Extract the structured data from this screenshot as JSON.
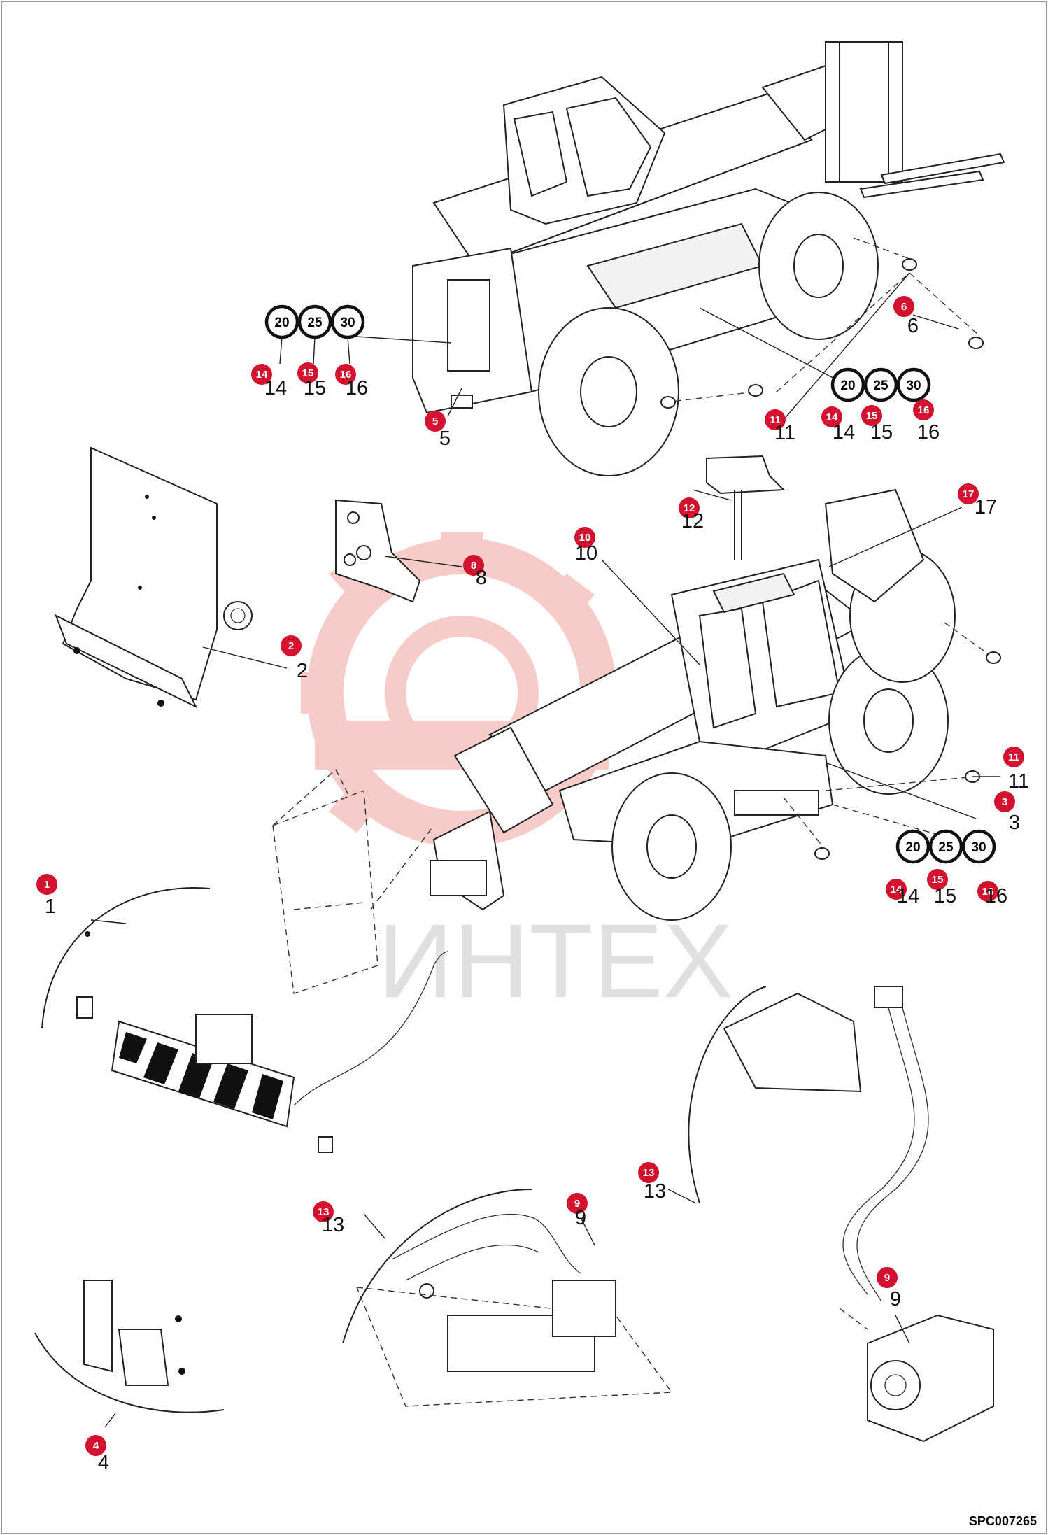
{
  "drawing": {
    "code": "SPC007265",
    "watermark_text": "ИНТЕХ",
    "callout_color": "#d2122e",
    "speed_signs": [
      "20",
      "25",
      "30"
    ],
    "callouts": [
      {
        "id": "c1",
        "label": "1"
      },
      {
        "id": "c2",
        "label": "2"
      },
      {
        "id": "c3",
        "label": "3"
      },
      {
        "id": "c4",
        "label": "4"
      },
      {
        "id": "c5",
        "label": "5"
      },
      {
        "id": "c6",
        "label": "6"
      },
      {
        "id": "c8",
        "label": "8"
      },
      {
        "id": "c9a",
        "label": "9"
      },
      {
        "id": "c9b",
        "label": "9"
      },
      {
        "id": "c10",
        "label": "10"
      },
      {
        "id": "c11a",
        "label": "11"
      },
      {
        "id": "c11b",
        "label": "11"
      },
      {
        "id": "c12",
        "label": "12"
      },
      {
        "id": "c13a",
        "label": "13"
      },
      {
        "id": "c13b",
        "label": "13"
      },
      {
        "id": "c17",
        "label": "17"
      },
      {
        "id": "c14a",
        "label": "14"
      },
      {
        "id": "c15a",
        "label": "15"
      },
      {
        "id": "c16a",
        "label": "16"
      },
      {
        "id": "c14b",
        "label": "14"
      },
      {
        "id": "c15b",
        "label": "15"
      },
      {
        "id": "c16b",
        "label": "16"
      },
      {
        "id": "c14c",
        "label": "14"
      },
      {
        "id": "c15c",
        "label": "15"
      },
      {
        "id": "c16c",
        "label": "16"
      }
    ]
  }
}
